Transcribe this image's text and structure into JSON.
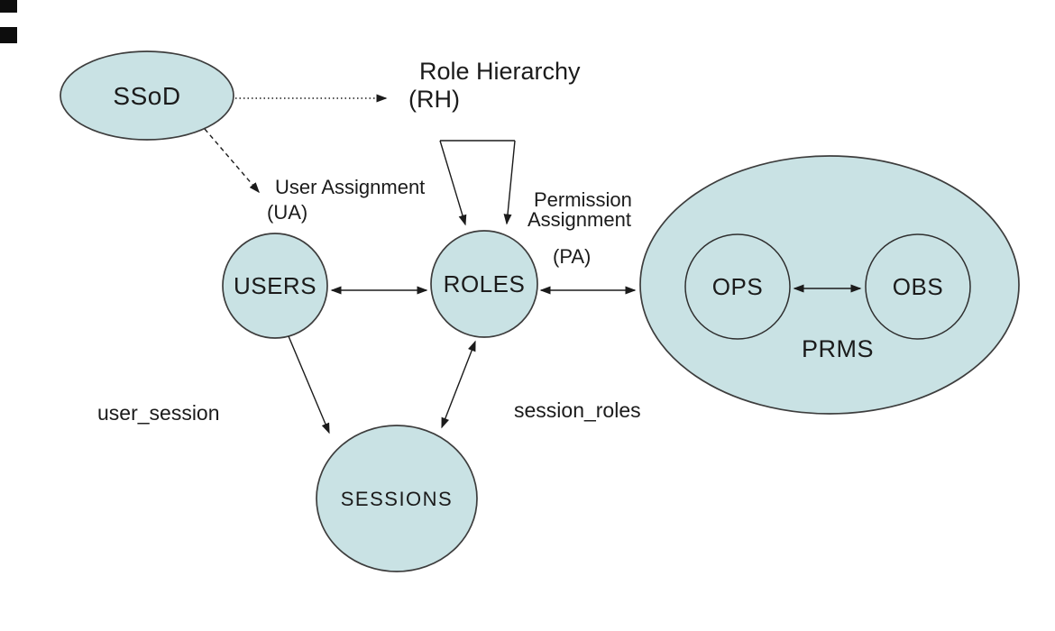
{
  "figure": {
    "nodes": {
      "ssod": {
        "label": "SSoD"
      },
      "users": {
        "label": "USERS"
      },
      "roles": {
        "label": "ROLES"
      },
      "sessions": {
        "label": "SESSIONS"
      },
      "ops": {
        "label": "OPS"
      },
      "obs": {
        "label": "OBS"
      },
      "prms": {
        "label": "PRMS"
      }
    },
    "edge_labels": {
      "role_hierarchy": {
        "line1": "Role Hierarchy",
        "line2": "(RH)"
      },
      "user_assignment": {
        "line1": "User Assignment",
        "line2": "(UA)"
      },
      "permission_assignment": {
        "line1": "Permission",
        "line2": "Assignment",
        "line3": "(PA)"
      },
      "user_session": "user_session",
      "session_roles": "session_roles"
    },
    "colors": {
      "node_fill": "#c9e2e4",
      "node_stroke": "#3d3d3d",
      "edge_stroke": "#1b1b1b",
      "text": "#1b1b1b",
      "background": "#ffffff",
      "artifact": "#0d0d0d"
    }
  }
}
